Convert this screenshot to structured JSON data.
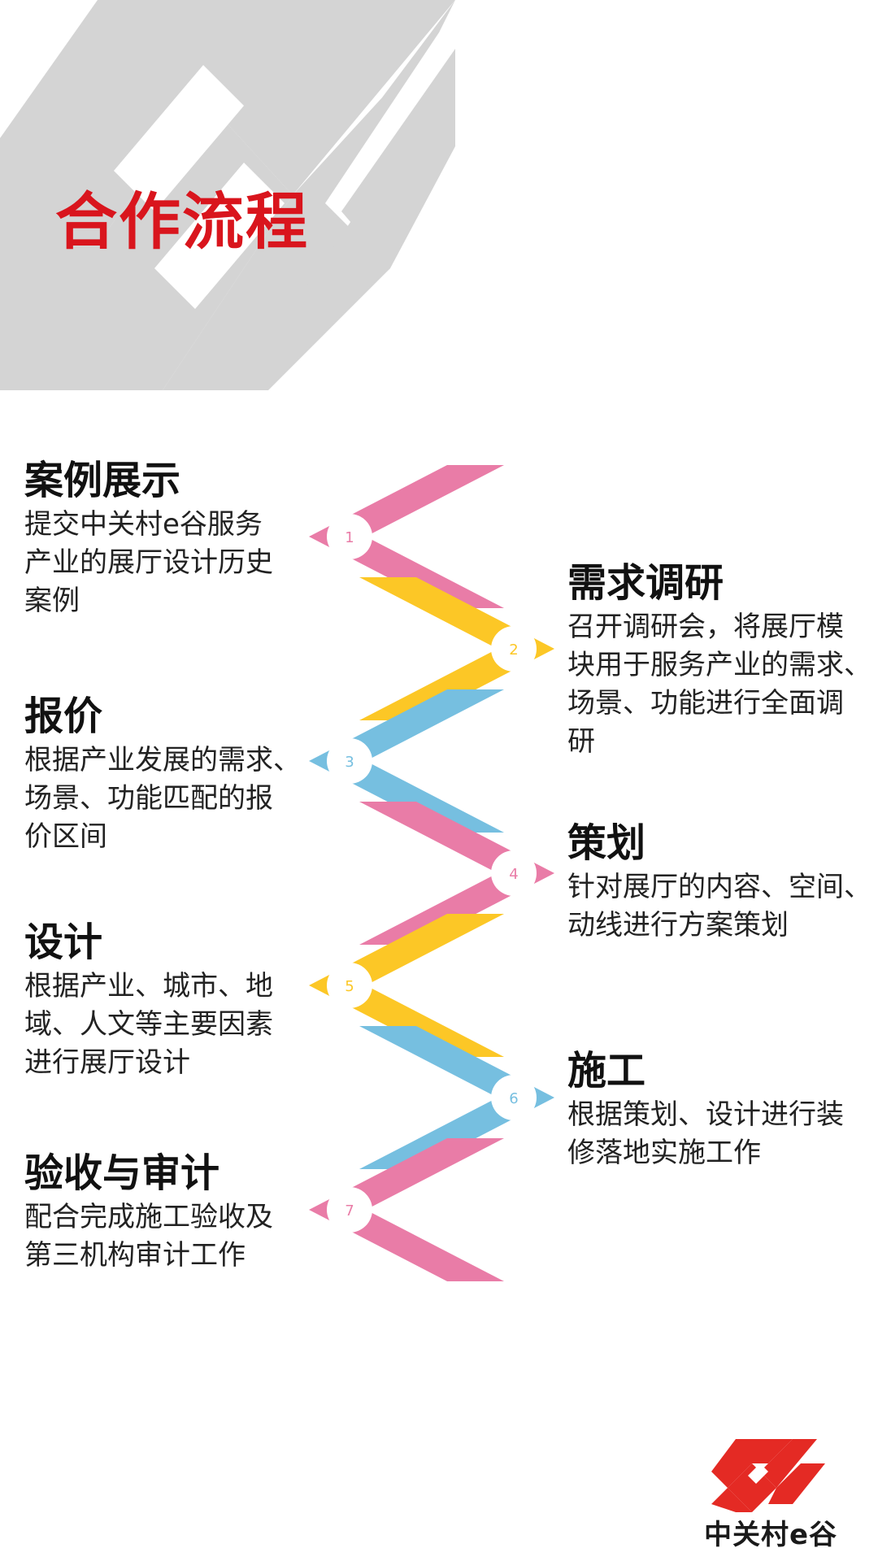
{
  "page": {
    "title": "合作流程",
    "brand": "中关村e谷"
  },
  "colors": {
    "title_red": "#d9151d",
    "pink": "#e97ca7",
    "yellow": "#fcc726",
    "blue": "#76bfe0",
    "logo_gray": "#d4d4d4",
    "brand_red": "#e42a24"
  },
  "steps": [
    {
      "number": "1",
      "title": "案例展示",
      "desc": [
        "提交中关村e谷服务",
        "产业的展厅设计历史",
        "案例"
      ],
      "color": "pink"
    },
    {
      "number": "2",
      "title": "需求调研",
      "desc": [
        "召开调研会，将展厅模",
        "块用于服务产业的需求、",
        "场景、功能进行全面调",
        "研"
      ],
      "color": "yellow"
    },
    {
      "number": "3",
      "title": "报价",
      "desc": [
        "根据产业发展的需求、",
        "场景、功能匹配的报",
        "价区间"
      ],
      "color": "blue"
    },
    {
      "number": "4",
      "title": "策划",
      "desc": [
        "针对展厅的内容、空间、",
        "动线进行方案策划"
      ],
      "color": "pink"
    },
    {
      "number": "5",
      "title": "设计",
      "desc": [
        "根据产业、城市、地",
        "域、人文等主要因素",
        "进行展厅设计"
      ],
      "color": "yellow"
    },
    {
      "number": "6",
      "title": "施工",
      "desc": [
        "根据策划、设计进行装",
        "修落地实施工作"
      ],
      "color": "blue"
    },
    {
      "number": "7",
      "title": "验收与审计",
      "desc": [
        "配合完成施工验收及",
        "第三机构审计工作"
      ],
      "color": "pink"
    }
  ],
  "icons": {
    "background_logo": "es-monogram-icon",
    "footer_logo": "es-monogram-icon"
  }
}
